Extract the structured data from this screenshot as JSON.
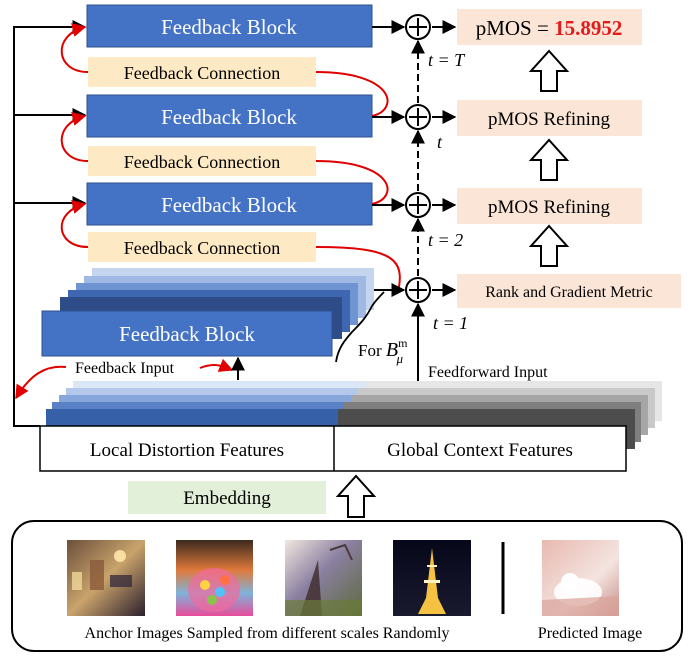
{
  "feedback_blocks": [
    {
      "label": "Feedback Block"
    },
    {
      "label": "Feedback Block"
    },
    {
      "label": "Feedback Block"
    }
  ],
  "bottom_block": {
    "label": "Feedback Block"
  },
  "feedback_connections": [
    {
      "label": "Feedback Connection"
    },
    {
      "label": "Feedback Connection"
    },
    {
      "label": "Feedback Connection"
    }
  ],
  "outputs": {
    "final_prefix": "pMOS = ",
    "final_value": "15.8952",
    "refining_1": "pMOS Refining",
    "refining_2": "pMOS Refining",
    "rank_metric": "Rank and Gradient Metric"
  },
  "time_labels": {
    "t_T": "t = T",
    "t": "t",
    "t_2": "t = 2",
    "t_1": "t = 1"
  },
  "for_label": {
    "prefix": "For ",
    "symbol": "B",
    "sup": "m",
    "sub": "μ"
  },
  "inputs": {
    "feedback_input": "Feedback Input",
    "feedforward_input": "Feedforward Input"
  },
  "features": {
    "local": "Local Distortion Features",
    "global": "Global Context Features"
  },
  "embedding": "Embedding",
  "images": {
    "anchor_caption": "Anchor Images Sampled from different scales Randomly",
    "predicted_caption": "Predicted Image"
  },
  "colors": {
    "block_blue": "#4472c4",
    "connection_bg": "#fde9c3",
    "output_bg": "#fbe5d6",
    "embedding_bg": "#e2efd9",
    "final_value_red": "#e31b1b",
    "loop_red": "#e00000"
  }
}
